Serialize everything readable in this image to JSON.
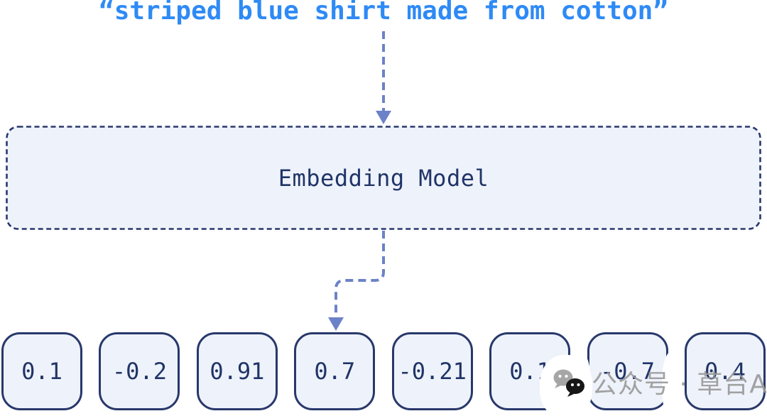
{
  "input": {
    "text": "“striped blue shirt made from cotton”"
  },
  "model": {
    "label": "Embedding Model"
  },
  "vector": {
    "values": [
      "0.1",
      "-0.2",
      "0.91",
      "0.7",
      "-0.21",
      "0.1",
      "-0.7",
      "0.4"
    ]
  },
  "watermark": {
    "label": "公众号 · 草台AI",
    "icon": "wechat-icon"
  },
  "colors": {
    "input_text": "#2E8AF5",
    "arrow": "#6C82C8",
    "node_fill": "#EEF2FA",
    "node_border": "#28386B",
    "node_text": "#203467",
    "watermark_text": "#9B9B9B",
    "background": "#FFFFFF"
  }
}
